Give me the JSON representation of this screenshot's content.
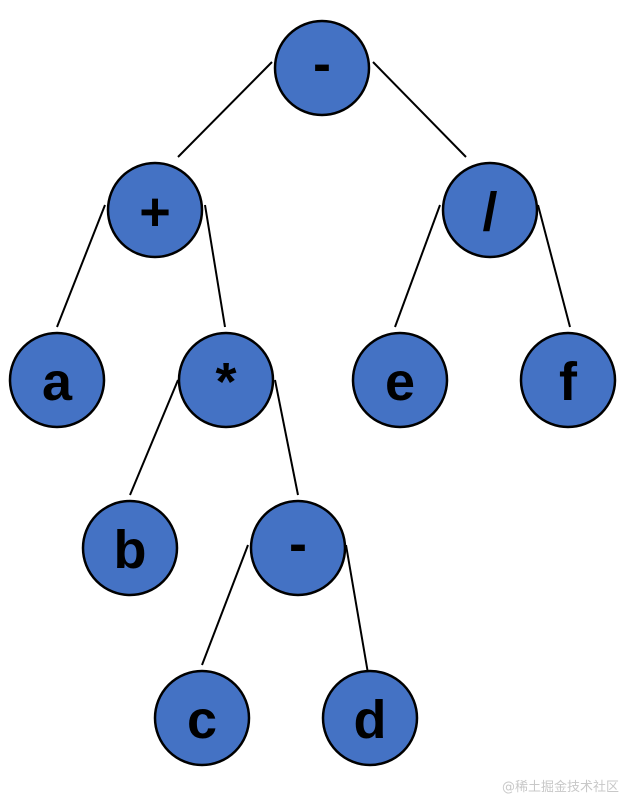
{
  "node_color": "#4472C4",
  "nodes": [
    {
      "id": "n0",
      "label": "-"
    },
    {
      "id": "n1",
      "label": "+"
    },
    {
      "id": "n2",
      "label": "/"
    },
    {
      "id": "n3",
      "label": "a"
    },
    {
      "id": "n4",
      "label": "*"
    },
    {
      "id": "n5",
      "label": "e"
    },
    {
      "id": "n6",
      "label": "f"
    },
    {
      "id": "n7",
      "label": "b"
    },
    {
      "id": "n8",
      "label": "-"
    },
    {
      "id": "n9",
      "label": "c"
    },
    {
      "id": "n10",
      "label": "d"
    }
  ],
  "edges": [
    [
      "n0",
      "n1"
    ],
    [
      "n0",
      "n2"
    ],
    [
      "n1",
      "n3"
    ],
    [
      "n1",
      "n4"
    ],
    [
      "n2",
      "n5"
    ],
    [
      "n2",
      "n6"
    ],
    [
      "n4",
      "n7"
    ],
    [
      "n4",
      "n8"
    ],
    [
      "n8",
      "n9"
    ],
    [
      "n8",
      "n10"
    ]
  ],
  "watermark": "@稀土掘金技术社区"
}
